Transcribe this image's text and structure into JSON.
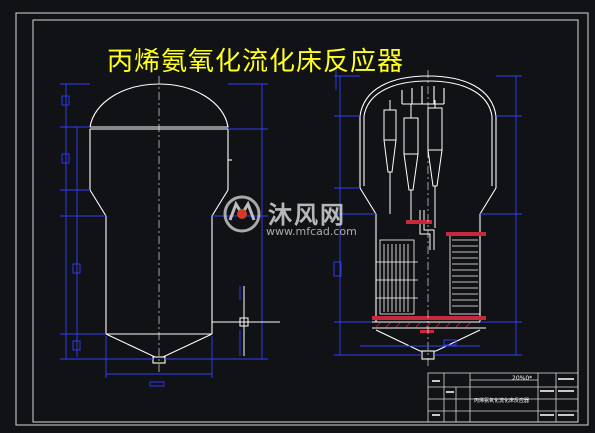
{
  "drawing": {
    "title": "丙烯氨氧化流化床反应器",
    "title_color": "#ffff20",
    "background": "#111216",
    "line_color": "#ffffff",
    "dimension_color": "#2f3fff",
    "frame_color": "#d8d8d8",
    "fill_color": "#c8283c"
  },
  "watermark": {
    "text_cn": "沐风网",
    "url": "www.mfcad.com",
    "logo_icon": "mfcad-logo-icon"
  },
  "title_block": {
    "top_label": "20%0*",
    "drawing_name": "丙烯氨氧化流化床反应器"
  }
}
